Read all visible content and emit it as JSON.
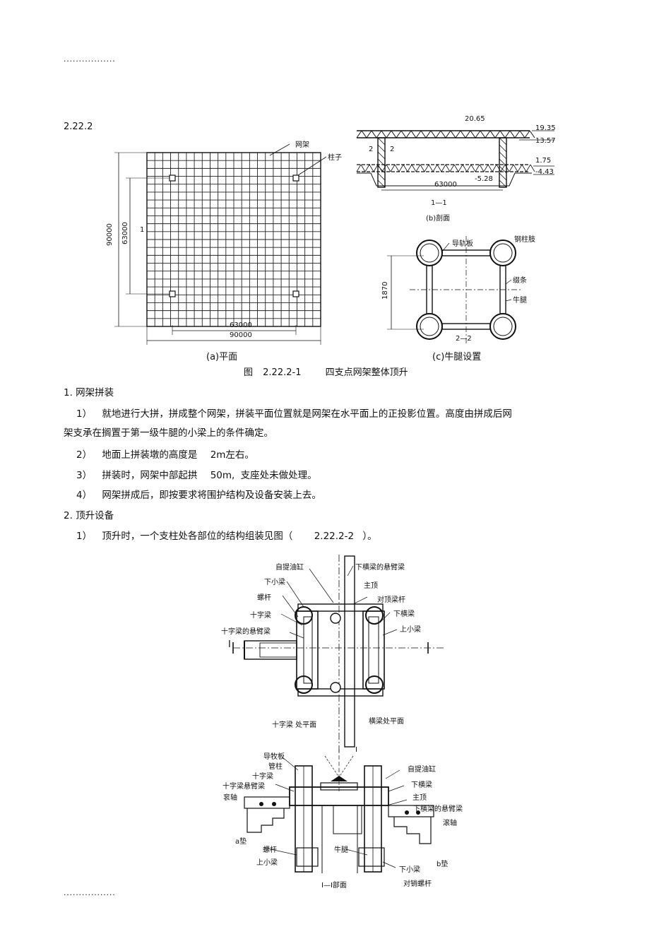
{
  "header_dots": ".................",
  "footer_dots": ".................",
  "section_number": "2.22.2",
  "figure1": {
    "plan": {
      "label_wangjia": "网架",
      "label_zhuzi": "柱子",
      "dim_90000_v": "90000",
      "dim_63000_v": "63000",
      "mark_1": "1",
      "dim_63000_h": "63000",
      "dim_90000_h": "90000",
      "caption": "(a)平面"
    },
    "section": {
      "top_label": "20.65",
      "elev_1935": "19.35",
      "elev_1357": "13.57",
      "elev_175": "1.75",
      "elev_443": "-4.43",
      "elev_528": "-5.28",
      "mark_2a": "2",
      "mark_2b": "2",
      "dim_63000": "63000",
      "cut": "1—1",
      "caption": "(b)剖面"
    },
    "bracket": {
      "label_daoguiban": "导轨板",
      "label_gangzhuzhi": "钢柱肢",
      "label_zhuitiao": "缀条",
      "label_niutui": "牛腿",
      "dim_1870": "1870",
      "cut": "2—2",
      "caption": "(c)牛腿设置"
    },
    "title_prefix": "图",
    "title_number": "2.22.2-1",
    "title_text": "四支点网架整体顶升"
  },
  "s1": {
    "heading": "1. 网架拼装",
    "p1_num": "1）",
    "p1_line1": "就地进行大拼，拼成整个网架，拼装平面位置就是网架在水平面上的正投影位置。高度由拼成后网",
    "p1_line2": "架支承在搁置于第一级牛腿的小梁上的条件确定。",
    "p2_num": "2）",
    "p2_a": "地面上拼装墩的高度是",
    "p2_b": "2m左右。",
    "p3_num": "3）",
    "p3_a": "拼装时，网架中部起拱",
    "p3_b": "50m,",
    "p3_c": "支座处未做处理。",
    "p4_num": "4）",
    "p4_text": "网架拼成后，即按要求将围护结构及设备安装上去。"
  },
  "s2": {
    "heading": "2. 顶升设备",
    "p1_num": "1）",
    "p1_a": "顶升时，一个支柱处各部位的结构组装见图（",
    "p1_b": "2.22.2-2",
    "p1_c": "）。"
  },
  "figure2": {
    "top": {
      "l_ztyg": "自提油缸",
      "l_xhl_xbl": "下横梁的悬臂梁",
      "l_xxl": "下小梁",
      "l_zd": "主顶",
      "l_lg": "螺杆",
      "l_ddlg": "对顶梁杆",
      "l_szl": "十字梁",
      "l_xhl": "下横梁",
      "l_szl_xbl": "十字梁的悬臂梁",
      "l_sxl": "上小梁",
      "l_I": "I",
      "cap_left": "十字梁 处平面",
      "cap_right": "横梁处平面",
      "l_I2": "I"
    },
    "bottom": {
      "l_djb": "导牧板",
      "l_gz": "管柱",
      "l_szl": "十字梁",
      "l_szlxbl": "十字梁悬臂梁",
      "l_gunzhou_l": "衮轴",
      "l_a": "a垫",
      "l_lg": "螺杆",
      "l_sxl": "上小梁",
      "l_nt": "牛腿",
      "l_ztyg": "自提油缸",
      "l_xhl": "下横梁",
      "l_zd": "主顶",
      "l_xhlxbl": "下横梁的悬臂梁",
      "l_gunzhou_r": "滚轴",
      "l_xxl": "下小梁",
      "l_b": "b垫",
      "l_dxlg": "对销螺杆",
      "cap": "Ⅰ—Ⅰ部面"
    }
  }
}
